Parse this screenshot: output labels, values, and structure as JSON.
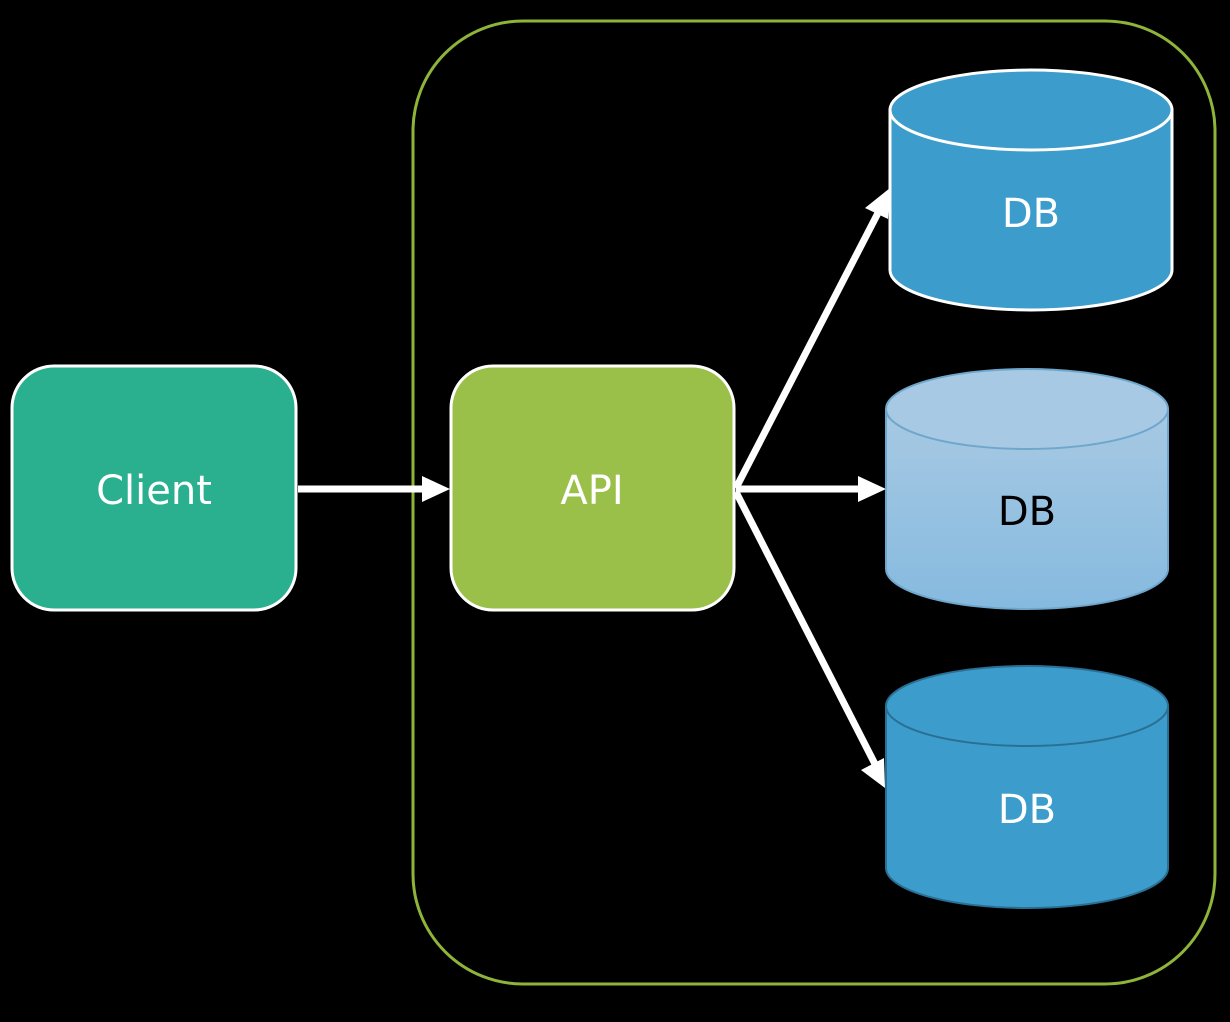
{
  "diagram": {
    "type": "architecture",
    "colors": {
      "background": "#000000",
      "client_fill": "#2bb08f",
      "api_fill": "#9bc04a",
      "container_stroke": "#8fb43a",
      "db_dark_fill": "#3c9ccb",
      "db_light_fill_top": "#a7c9e3",
      "db_light_fill_bottom": "#86badf",
      "arrow": "#ffffff",
      "label_light": "#ffffff",
      "label_dark": "#000000"
    },
    "nodes": {
      "client": {
        "label": "Client",
        "shape": "rounded-rectangle"
      },
      "api": {
        "label": "API",
        "shape": "rounded-rectangle"
      },
      "db_top": {
        "label": "DB",
        "shape": "cylinder"
      },
      "db_middle": {
        "label": "DB",
        "shape": "cylinder"
      },
      "db_bottom": {
        "label": "DB",
        "shape": "cylinder"
      }
    },
    "edges": [
      {
        "from": "client",
        "to": "api"
      },
      {
        "from": "api",
        "to": "db_top"
      },
      {
        "from": "api",
        "to": "db_middle"
      },
      {
        "from": "api",
        "to": "db_bottom"
      }
    ]
  }
}
